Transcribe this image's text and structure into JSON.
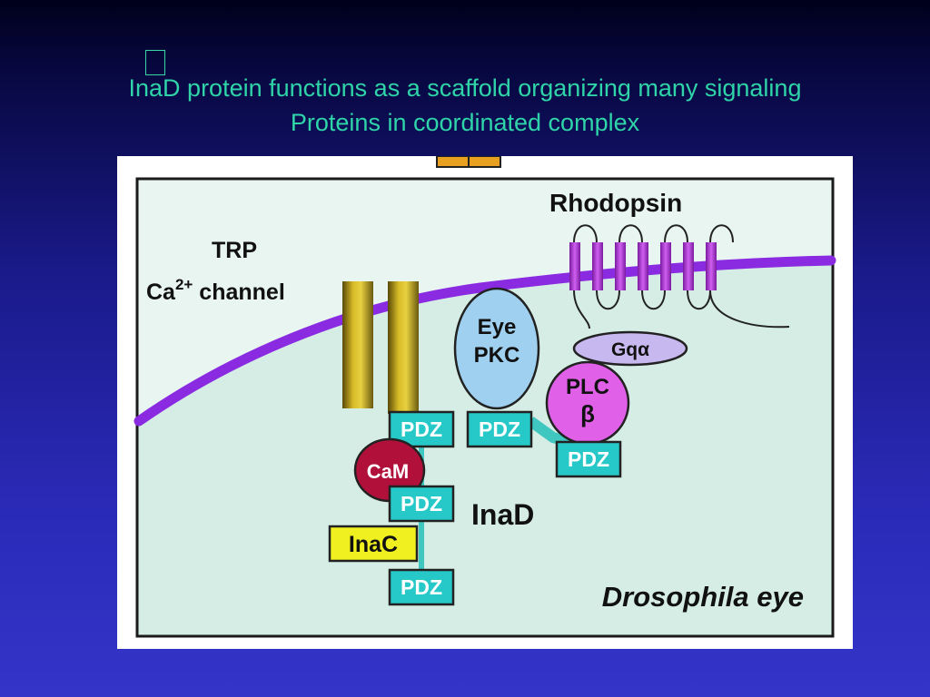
{
  "slide": {
    "title_line1": "InaD protein functions as a scaffold organizing many signaling",
    "title_line2": "Proteins in coordinated complex"
  },
  "figure": {
    "rhodopsin": "Rhodopsin",
    "trp_line1": "TRP",
    "trp_ca": "Ca",
    "trp_sup": "2+",
    "trp_channel": " channel",
    "eye_line1": "Eye",
    "eye_line2": "PKC",
    "gq": "Gqα",
    "plc_line1": "PLC",
    "plc_line2": "β",
    "pdz": "PDZ",
    "cam": "CaM",
    "inac": "InaC",
    "inad": "InaD",
    "organism": "Drosophila eye"
  },
  "colors": {
    "background_top": "#00001a",
    "background_bottom": "#3434c8",
    "title_text": "#2fd4a8",
    "cytoplasm": "#d6ede6",
    "membrane": "#8a2be2",
    "rhodopsin": "#b040d8",
    "pdz_fill": "#27c8c8",
    "eye_pkc": "#9fd0f0",
    "plc": "#e060e8",
    "cam": "#b0103a",
    "inac": "#f0f020",
    "gq": "#c8b8f0",
    "trp": "#c8a818"
  }
}
